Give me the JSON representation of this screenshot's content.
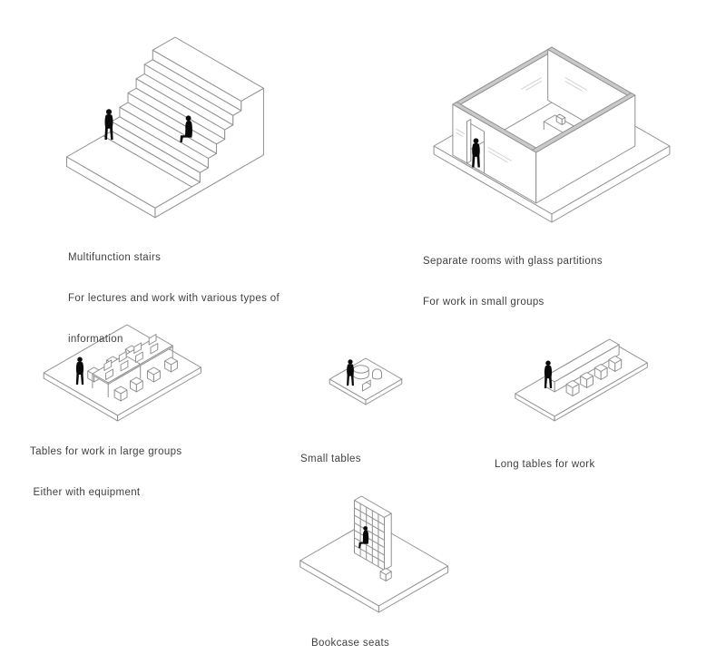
{
  "page": {
    "background": "#ffffff"
  },
  "colors": {
    "line": "#8f8f8f",
    "glass": "#cfcfcf",
    "wall_top_fill": "#c9c9c9",
    "fill": "#ffffff",
    "figure": "#0a0a0a",
    "text": "#3f3f3f"
  },
  "items": [
    {
      "id": "stairs",
      "caption_lines": [
        "Multifunction stairs",
        "For lectures and work with various types of",
        "information"
      ]
    },
    {
      "id": "glass-rooms",
      "caption_lines": [
        "Separate rooms with glass partitions",
        "For work in small groups"
      ]
    },
    {
      "id": "large-tables",
      "caption_lines": [
        "Tables for work in large groups",
        " Either with equipment"
      ]
    },
    {
      "id": "small-tables",
      "caption_lines": [
        "Small tables"
      ]
    },
    {
      "id": "long-tables",
      "caption_lines": [
        "Long tables for work"
      ]
    },
    {
      "id": "bookcase-seats",
      "caption_lines": [
        "Bookcase seats"
      ]
    }
  ]
}
